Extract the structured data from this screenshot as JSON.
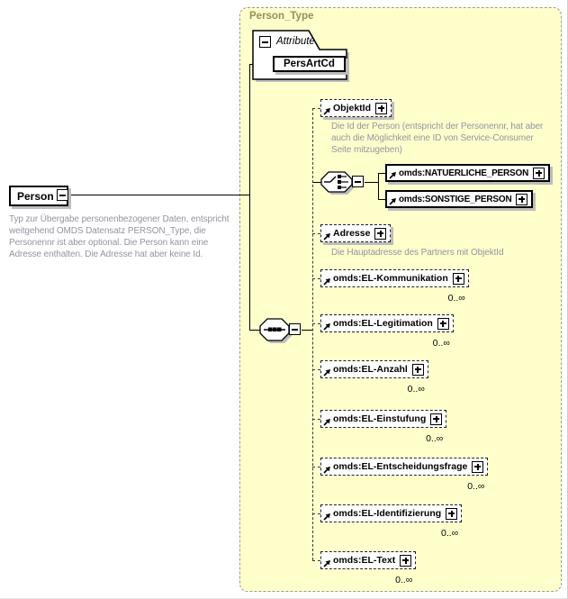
{
  "colors": {
    "container-fill": "#ffffcc",
    "container-label": "#90905a",
    "annotation": "#9494a2",
    "shadow": "#bdbdbd"
  },
  "root": {
    "label": "Person",
    "description_lines": [
      "Typ zur Übergabe personenbezogener Daten, entspricht",
      "weitgehend OMDS Datensatz PERSON_Type, die",
      "Personennr ist aber optional. Die Person kann eine",
      "Adresse enthalten. Die Adresse hat aber keine Id."
    ]
  },
  "container_label": "Person_Type",
  "attribute_section": {
    "label": "Attribute",
    "attribute_name": "PersArtCd"
  },
  "occurs": "0..∞",
  "rows": {
    "objektid": {
      "label": "ObjektId",
      "description_lines": [
        "Die Id der Person (entspricht der Personennr, hat aber",
        "auch die Möglichkeit eine ID von Service-Consumer",
        "Seite mitzugeben)"
      ]
    },
    "choice_nat": {
      "label": "omds:NATUERLICHE_PERSON"
    },
    "choice_sonst": {
      "label": "omds:SONSTIGE_PERSON"
    },
    "adresse": {
      "label": "Adresse",
      "description": "Die Hauptadresse des Partners mit ObjektId"
    },
    "kommunikation": {
      "label": "omds:EL-Kommunikation"
    },
    "legitimation": {
      "label": "omds:EL-Legitimation"
    },
    "anzahl": {
      "label": "omds:EL-Anzahl"
    },
    "einstufung": {
      "label": "omds:EL-Einstufung"
    },
    "entscheidungsfrage": {
      "label": "omds:EL-Entscheidungsfrage"
    },
    "identifizierung": {
      "label": "omds:EL-Identifizierung"
    },
    "text": {
      "label": "omds:EL-Text"
    }
  }
}
